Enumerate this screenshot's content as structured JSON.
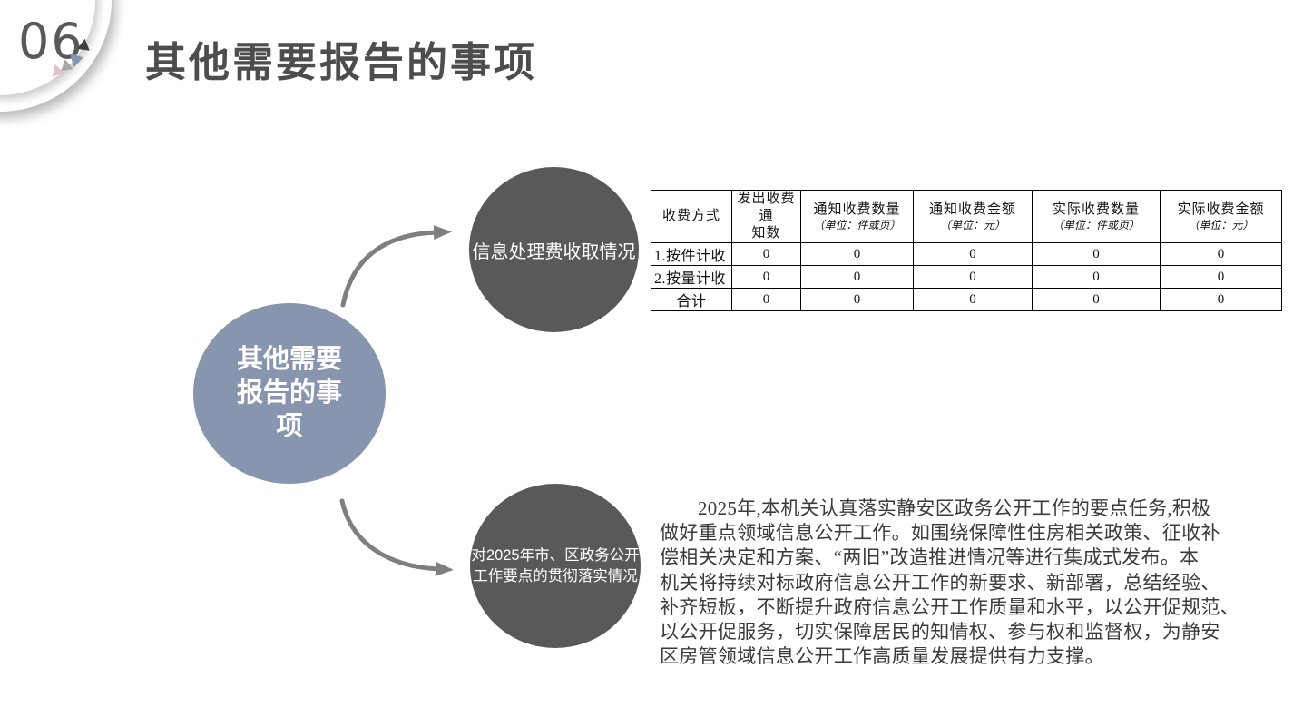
{
  "slide": {
    "section_number": "06",
    "title": "其他需要报告的事项"
  },
  "diagram": {
    "center_circle": {
      "lines": [
        "其他需要",
        "报告的事",
        "项"
      ],
      "color": "#8796AE"
    },
    "top_circle": {
      "label": "信息处理费收取情况",
      "color": "#595959"
    },
    "bottom_circle": {
      "lines": [
        "对2025年市、区政务公开",
        "工作要点的贯彻落实情况"
      ],
      "color": "#595959"
    },
    "arrow_color": "#7f7f7f"
  },
  "fee_table": {
    "columns": [
      {
        "lines": [
          "收费方式"
        ]
      },
      {
        "lines": [
          "发出收费通",
          "知数"
        ]
      },
      {
        "lines": [
          "通知收费数量",
          "（单位：件或页）"
        ]
      },
      {
        "lines": [
          "通知收费金额",
          "（单位：元）"
        ]
      },
      {
        "lines": [
          "实际收费数量",
          "（单位：件或页）"
        ]
      },
      {
        "lines": [
          "实际收费金额",
          "（单位：元）"
        ]
      }
    ],
    "rows": [
      {
        "label": "1.按件计收",
        "values": [
          "0",
          "0",
          "0",
          "0",
          "0"
        ]
      },
      {
        "label": "2.按量计收",
        "values": [
          "0",
          "0",
          "0",
          "0",
          "0"
        ]
      },
      {
        "label": "合计",
        "values": [
          "0",
          "0",
          "0",
          "0",
          "0"
        ]
      }
    ]
  },
  "summary": {
    "lines": [
      "2025年,本机关认真落实静安区政务公开工作的要点任务,积极",
      "做好重点领域信息公开工作。如围绕保障性住房相关政策、征收补",
      "偿相关决定和方案、“两旧”改造推进情况等进行集成式发布。本",
      "机关将持续对标政府信息公开工作的新要求、新部署，总结经验、",
      "补齐短板，不断提升政府信息公开工作质量和水平，以公开促规范、",
      "以公开促服务，切实保障居民的知情权、参与权和监督权，为静安",
      "区房管领域信息公开工作高质量发展提供有力支撑。"
    ]
  },
  "decoration": {
    "triangle_colors": [
      "#3f3f3f",
      "#8496B0",
      "#a8a8a8",
      "#e3bfcb"
    ]
  }
}
